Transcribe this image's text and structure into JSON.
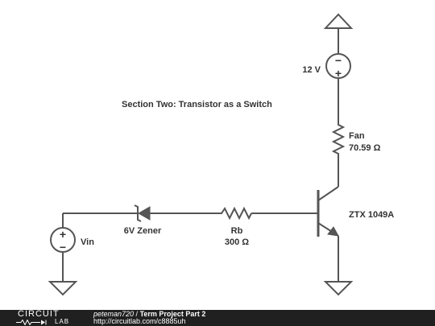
{
  "diagram": {
    "title": "Section Two: Transistor as a Switch",
    "source": {
      "sign_minus": "−",
      "sign_plus": "+",
      "label": "12 V"
    },
    "fan": {
      "name": "Fan",
      "value": "70.59 Ω"
    },
    "transistor": {
      "label": "ZTX 1049A"
    },
    "zener": {
      "label": "6V Zener"
    },
    "rb": {
      "name": "Rb",
      "value": "300 Ω"
    },
    "vin": {
      "sign_plus": "+",
      "sign_minus": "−",
      "label": "Vin"
    }
  },
  "footer": {
    "logo_top": "CIRCUIT",
    "logo_bottom": "LAB",
    "author": "peteman720",
    "separator": " / ",
    "project": "Term Project Part 2",
    "url": "http://circuitlab.com/c8885uh"
  }
}
